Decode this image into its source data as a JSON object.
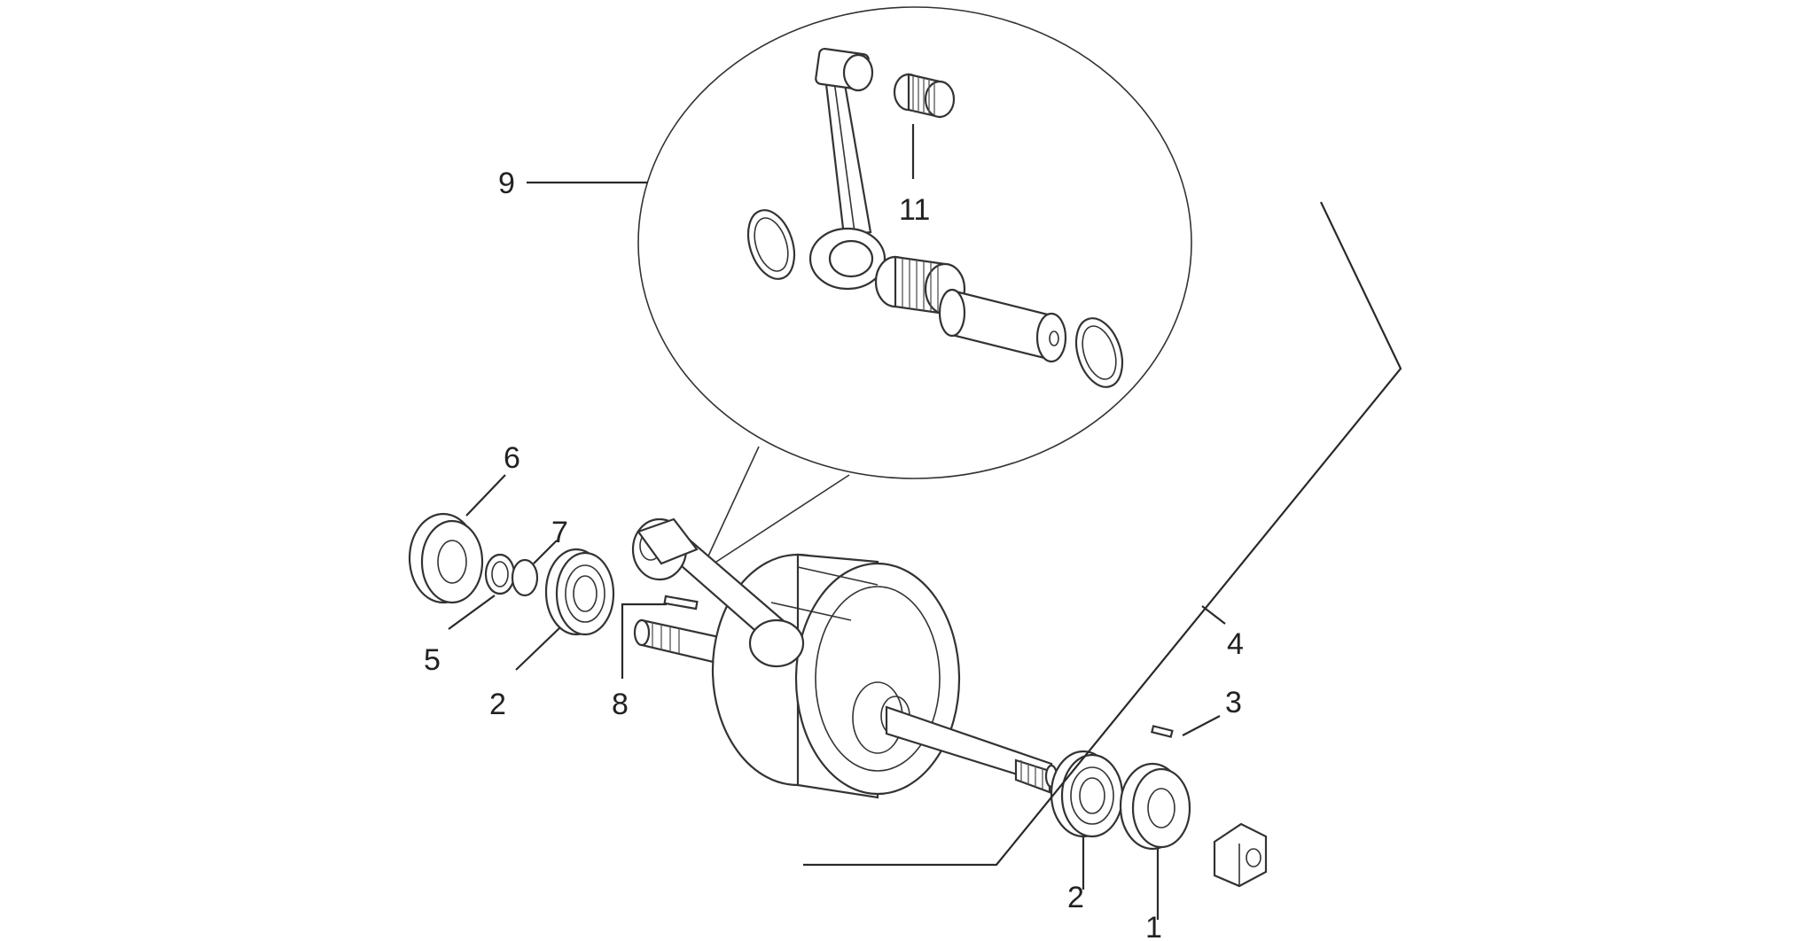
{
  "diagram": {
    "colors": {
      "line": "#333333",
      "background": "#ffffff"
    },
    "callouts": [
      {
        "id": "c9",
        "text": "9"
      },
      {
        "id": "c11",
        "text": "11"
      },
      {
        "id": "c6",
        "text": "6"
      },
      {
        "id": "c7",
        "text": "7"
      },
      {
        "id": "c5",
        "text": "5"
      },
      {
        "id": "c2a",
        "text": "2"
      },
      {
        "id": "c8",
        "text": "8"
      },
      {
        "id": "c4",
        "text": "4"
      },
      {
        "id": "c3",
        "text": "3"
      },
      {
        "id": "c2b",
        "text": "2"
      },
      {
        "id": "c1",
        "text": "1"
      }
    ]
  }
}
